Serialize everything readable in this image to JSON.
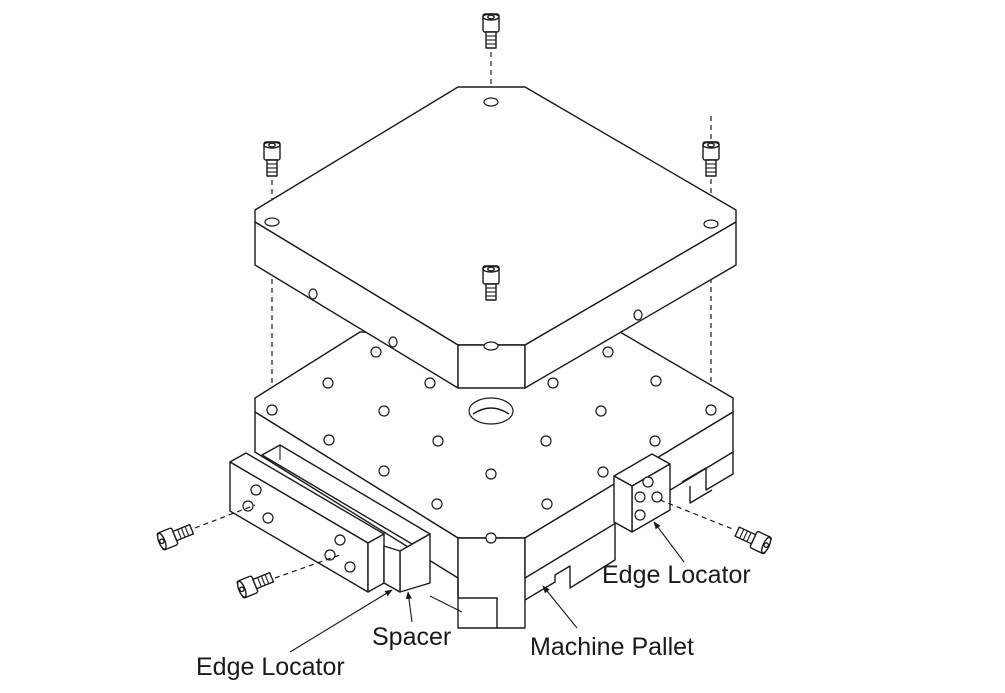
{
  "labels": {
    "edge_locator_right": "Edge Locator",
    "spacer": "Spacer",
    "machine_pallet": "Machine Pallet",
    "edge_locator_left": "Edge Locator"
  },
  "colors": {
    "line": "#1a1a1a",
    "background": "#ffffff"
  },
  "icons": [
    "socket-head-cap-screw-icon",
    "arrowhead-icon"
  ]
}
